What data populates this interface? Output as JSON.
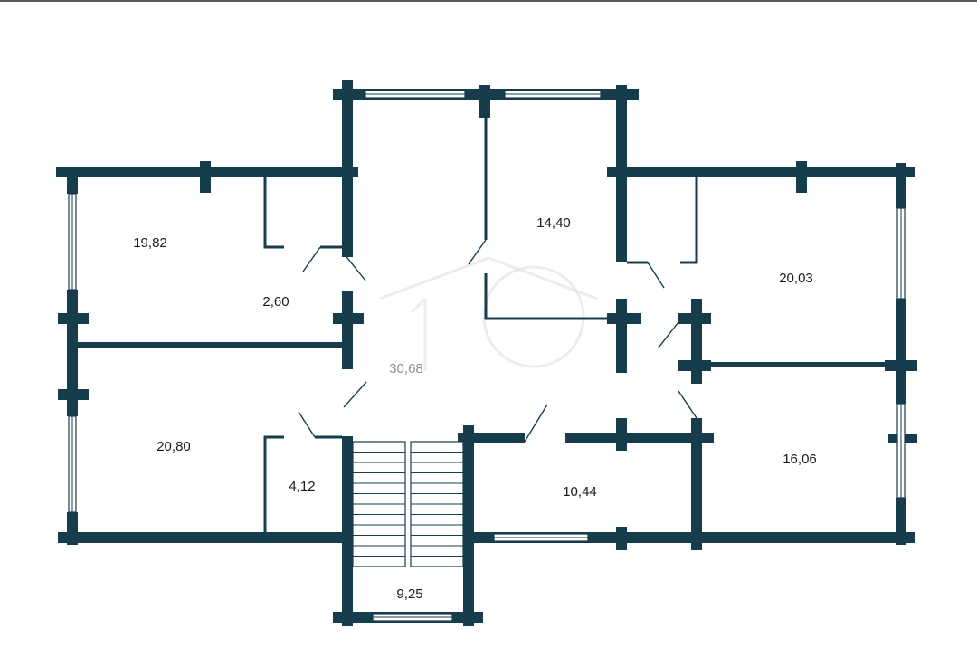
{
  "rooms": [
    {
      "id": "r1",
      "area": "19,82"
    },
    {
      "id": "r2",
      "area": "2,60"
    },
    {
      "id": "r3",
      "area": "14,40"
    },
    {
      "id": "r4",
      "area": "20,03"
    },
    {
      "id": "r5",
      "area": "30,68"
    },
    {
      "id": "r6",
      "area": "20,80"
    },
    {
      "id": "r7",
      "area": "4,12"
    },
    {
      "id": "r8",
      "area": "10,44"
    },
    {
      "id": "r9",
      "area": "16,06"
    },
    {
      "id": "r10",
      "area": "9,25"
    }
  ],
  "watermark": {
    "icon": "house-logo-icon"
  },
  "colors": {
    "wall": "#163d4c",
    "background": "#ffffff",
    "text": "#1a1a1a",
    "hall_text": "#8a8f94"
  }
}
